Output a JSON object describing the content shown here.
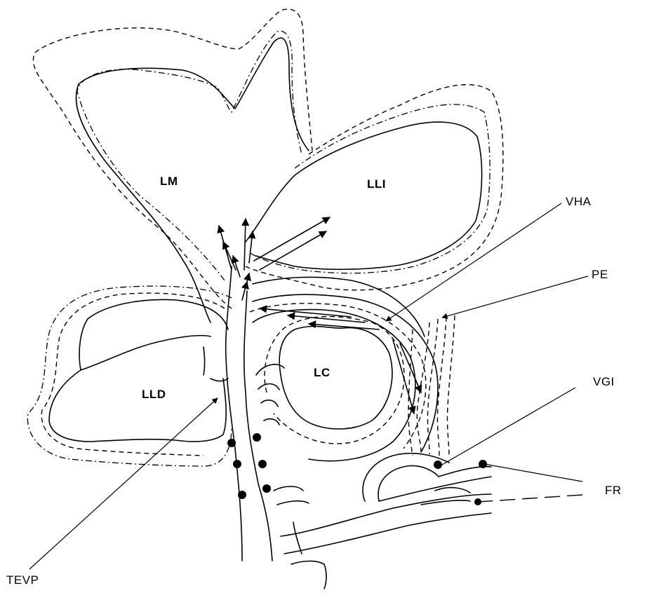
{
  "regions": {
    "lm": "LM",
    "lli": "LLI",
    "lc": "LC",
    "lld": "LLD"
  },
  "pointers": {
    "vha": "VHA",
    "pe": "PE",
    "vgi": "VGI",
    "fr": "FR",
    "tevp": "TEVP"
  }
}
